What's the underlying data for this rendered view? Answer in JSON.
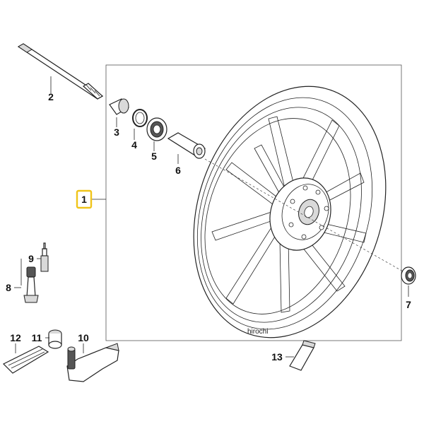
{
  "labels": {
    "part_1": "1",
    "part_2": "2",
    "part_3": "3",
    "part_4": "4",
    "part_5": "5",
    "part_6": "6",
    "part_7": "7",
    "part_8": "8",
    "part_9": "9",
    "part_10": "10",
    "part_11": "11",
    "part_12": "12",
    "part_13": "13"
  },
  "watermark": "hirochi",
  "highlight_color": "#f0c419"
}
